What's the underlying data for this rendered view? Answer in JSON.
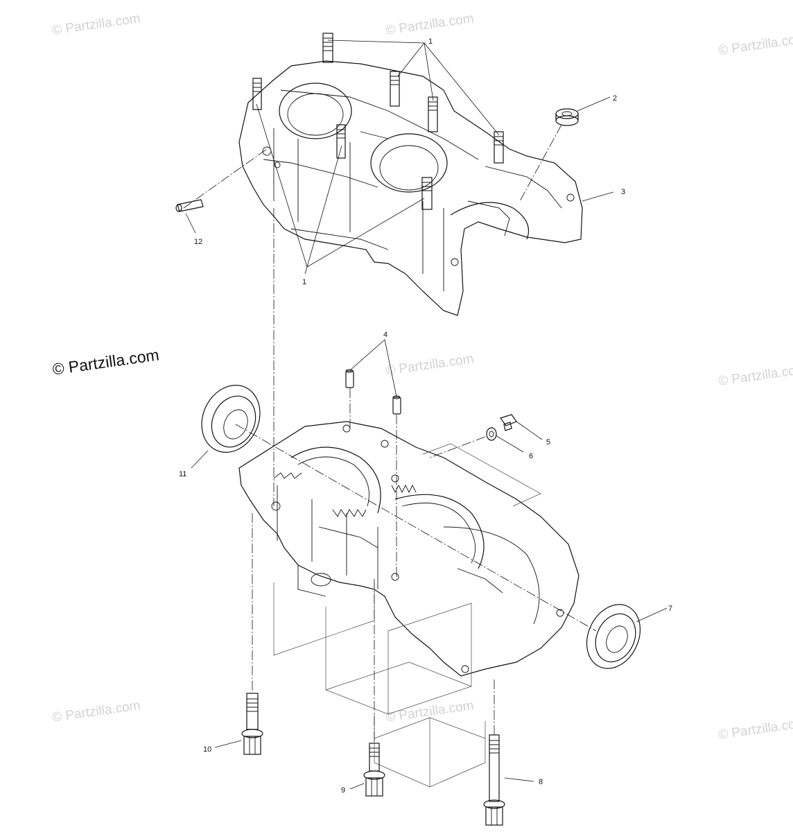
{
  "watermark": {
    "text": "© Partzilla.com",
    "bold_text": "© Partzilla.com"
  },
  "callouts": [
    {
      "id": "c1-top",
      "label": "1"
    },
    {
      "id": "c2",
      "label": "2"
    },
    {
      "id": "c3",
      "label": "3"
    },
    {
      "id": "c12",
      "label": "12"
    },
    {
      "id": "c1-bottom",
      "label": "1"
    },
    {
      "id": "c4",
      "label": "4"
    },
    {
      "id": "c5",
      "label": "5"
    },
    {
      "id": "c6",
      "label": "6"
    },
    {
      "id": "c11",
      "label": "11"
    },
    {
      "id": "c7",
      "label": "7"
    },
    {
      "id": "c10",
      "label": "10"
    },
    {
      "id": "c9",
      "label": "9"
    },
    {
      "id": "c8",
      "label": "8"
    }
  ]
}
